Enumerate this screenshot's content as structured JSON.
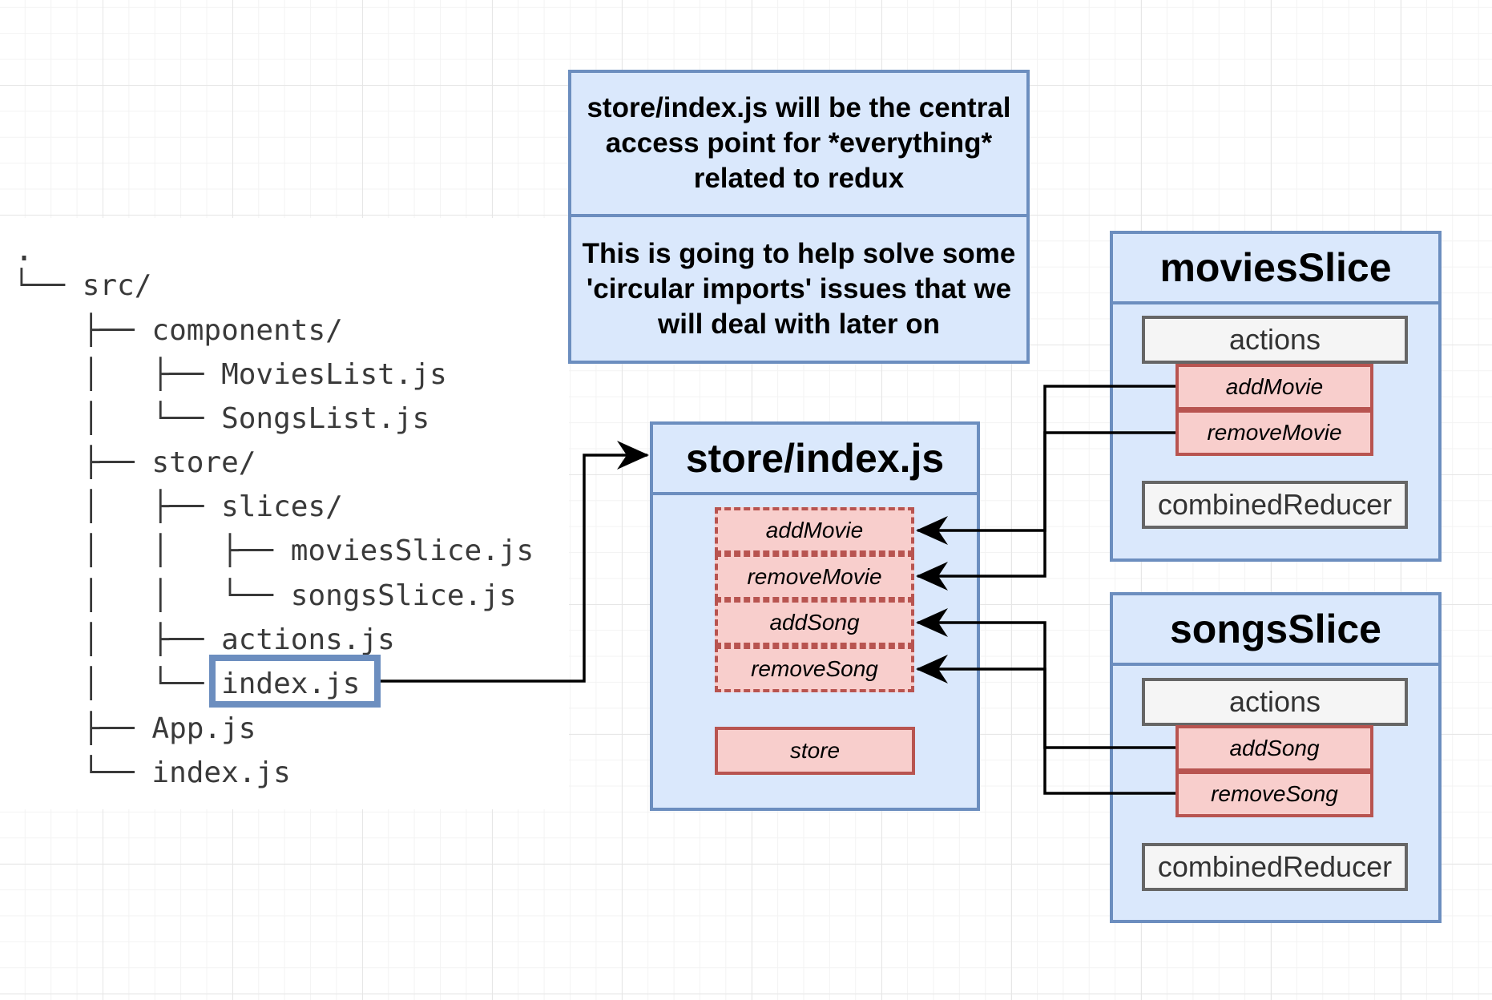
{
  "file_tree": {
    "root": ".",
    "lines": [
      "└── src/",
      "    ├── components/",
      "    │   ├── MoviesList.js",
      "    │   └── SongsList.js",
      "    ├── store/",
      "    │   ├── slices/",
      "    │   │   ├── moviesSlice.js",
      "    │   │   └── songsSlice.js",
      "    │   ├── actions.js",
      "    │   └── index.js",
      "    ├── App.js",
      "    └── index.js"
    ]
  },
  "notes": {
    "top": "store/index.js will be the central access point for *everything* related to redux",
    "bottom": "This is going to help solve some 'circular imports' issues that we will deal with later on"
  },
  "store_box": {
    "title": "store/index.js",
    "exports": [
      "addMovie",
      "removeMovie",
      "addSong",
      "removeSong"
    ],
    "store_label": "store"
  },
  "movies_slice": {
    "title": "moviesSlice",
    "actions_label": "actions",
    "actions": [
      "addMovie",
      "removeMovie"
    ],
    "reducer_label": "combinedReducer"
  },
  "songs_slice": {
    "title": "songsSlice",
    "actions_label": "actions",
    "actions": [
      "addSong",
      "removeSong"
    ],
    "reducer_label": "combinedReducer"
  },
  "colors": {
    "container_fill": "#dae8fc",
    "container_border": "#6c8ebf",
    "action_fill": "#f8cecc",
    "action_border": "#b85450",
    "grey_fill": "#f5f5f5",
    "grey_border": "#666666",
    "connector": "#000000"
  }
}
